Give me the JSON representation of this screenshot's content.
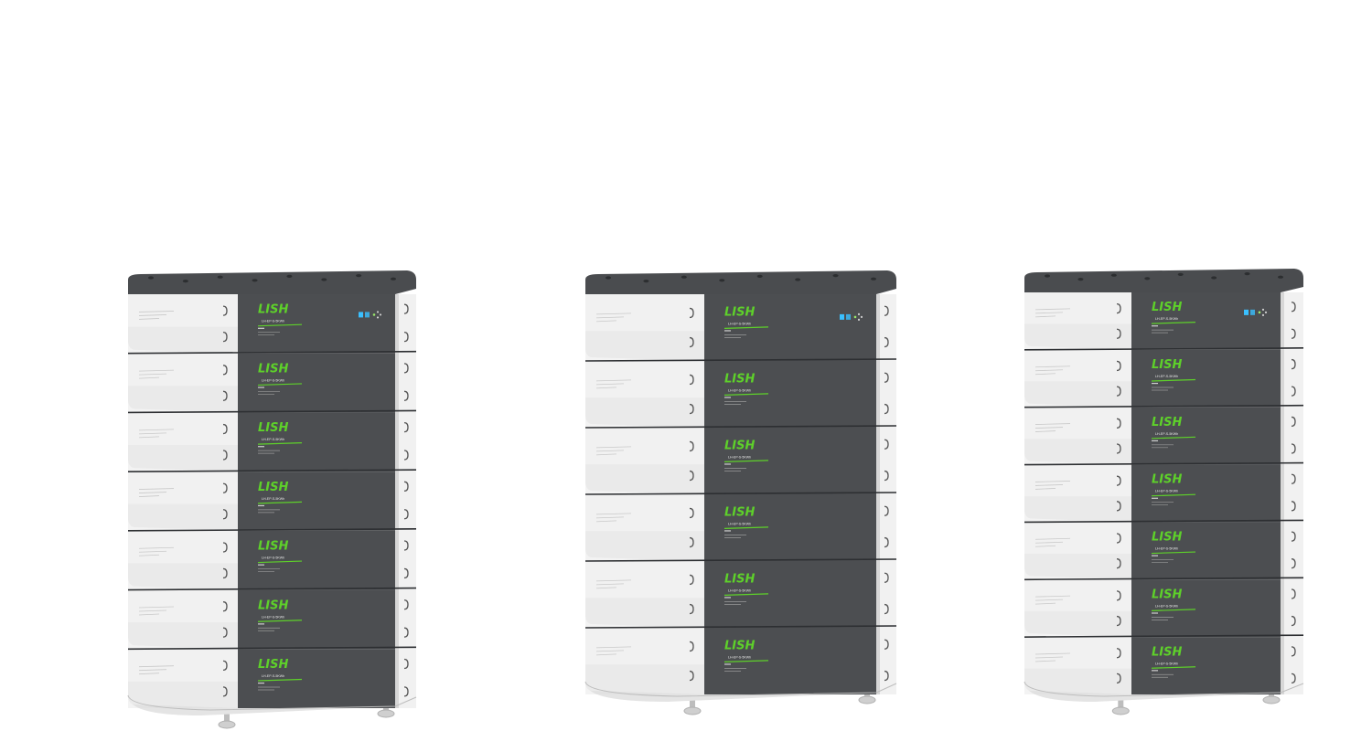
{
  "colors": {
    "background": "#ffffff",
    "lid": "#4a4c4f",
    "front_panel": "#4c4e51",
    "side_shell": "#f1f1f1",
    "side_shell_shade": "#dcdcdc",
    "seam": "#2d2f32",
    "brand_green": "#5ed12a",
    "foot": "#cfcfcf"
  },
  "icons": {
    "module_handle": "handle-notch-icon",
    "status_display": "led-indicator-icon",
    "foot": "leveling-foot-icon"
  },
  "products": [
    {
      "id": "stack-7",
      "modules": 7,
      "has_status_display": true,
      "module_label": {
        "brand": "LISH",
        "model": "LH-EP-S-5KWh"
      }
    },
    {
      "id": "stack-6",
      "modules": 6,
      "has_status_display": true,
      "module_label": {
        "brand": "LISH",
        "model": "LH-EP-S-5KWh"
      }
    },
    {
      "id": "stack-7b",
      "modules": 7,
      "has_status_display": true,
      "module_label": {
        "brand": "LISH",
        "model": "LH-EP-S-5KWh"
      }
    }
  ]
}
